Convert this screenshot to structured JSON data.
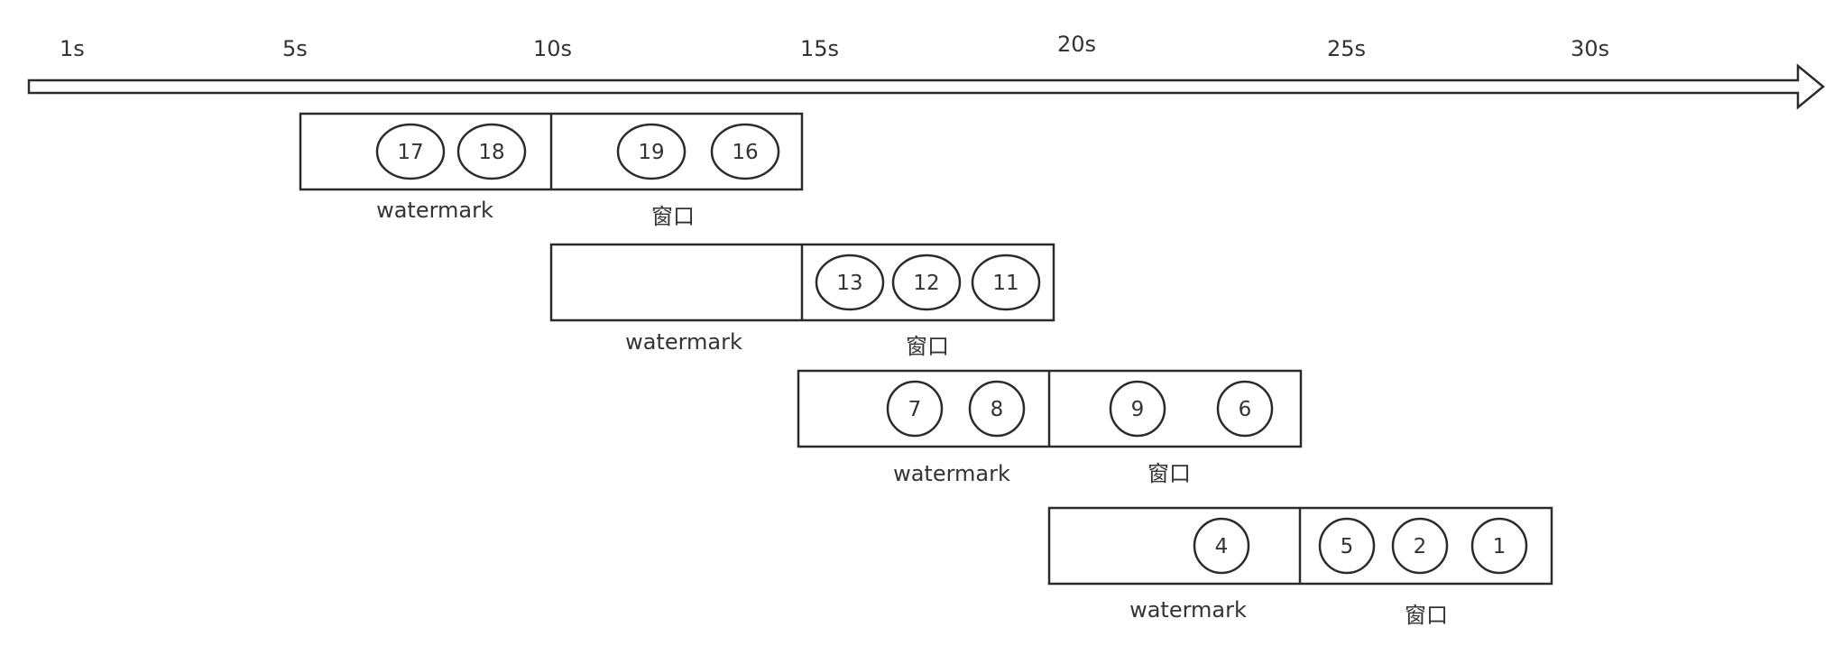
{
  "timeline": {
    "ticks": [
      "1s",
      "5s",
      "10s",
      "15s",
      "20s",
      "25s",
      "30s"
    ]
  },
  "windows": [
    {
      "watermark_label": "watermark",
      "window_label": "窗口",
      "watermark_events": [
        "17",
        "18"
      ],
      "window_events": [
        "19",
        "16"
      ]
    },
    {
      "watermark_label": "watermark",
      "window_label": "窗口",
      "watermark_events": [],
      "window_events": [
        "13",
        "12",
        "11"
      ]
    },
    {
      "watermark_label": "watermark",
      "window_label": "窗口",
      "watermark_events": [
        "7",
        "8"
      ],
      "window_events": [
        "9",
        "6"
      ]
    },
    {
      "watermark_label": "watermark",
      "window_label": "窗口",
      "watermark_events": [
        "4"
      ],
      "window_events": [
        "5",
        "2",
        "1"
      ]
    }
  ]
}
